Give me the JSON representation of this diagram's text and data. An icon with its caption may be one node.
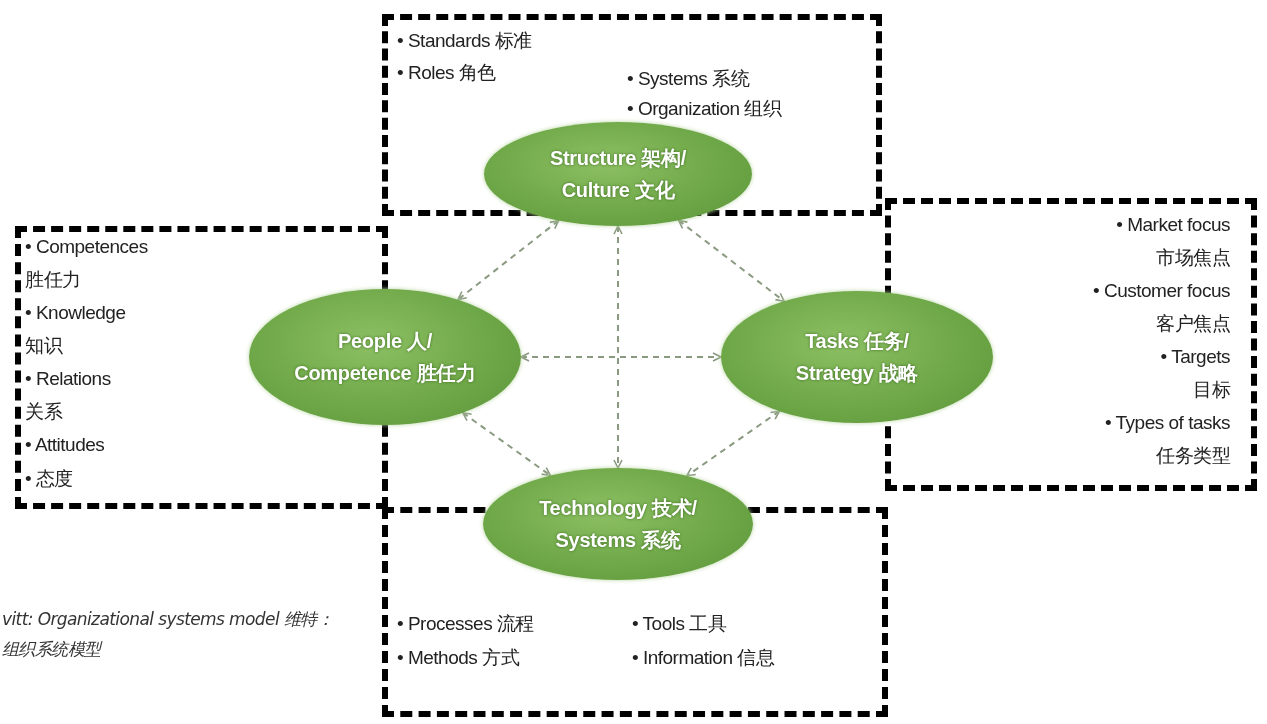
{
  "diagram": {
    "caption": "vitt: Organizational systems model 维特：组织系统模型",
    "nodes": [
      {
        "text": [
          "• Standards 标准",
          "• Roles 角色",
          "• Systems 系统",
          "• Organization 组织"
        ]
      },
      {
        "text": [
          "Structure 架构/ Culture 文化"
        ]
      },
      {
        "text": [
          "• Competences 胜任力",
          "• Knowledge 知识",
          "• Relations 关系",
          "• Attitudes",
          "• 态度"
        ]
      },
      {
        "text": [
          "People 人/ Competence 胜任力"
        ]
      },
      {
        "text": [
          "Tasks 任务/ Strategy 战略"
        ]
      },
      {
        "text": [
          "• Market focus 市场焦点",
          "• Customer focus 客户焦点",
          "• Targets 目标",
          "• Types of tasks 任务类型"
        ]
      },
      {
        "text": [
          "Technology 技术/ Systems 系统"
        ]
      },
      {
        "text": [
          "• Processes 流程",
          "• Methods 方式",
          "• Tools 工具",
          "• Information 信息"
        ]
      }
    ],
    "edges": [
      {
        "from": 1,
        "to": 3,
        "arrow": "both",
        "style": "dashed"
      },
      {
        "from": 1,
        "to": 4,
        "arrow": "both",
        "style": "dashed"
      },
      {
        "from": 3,
        "to": 6,
        "arrow": "both",
        "style": "dashed"
      },
      {
        "from": 4,
        "to": 6,
        "arrow": "both",
        "style": "dashed"
      },
      {
        "from": 3,
        "to": 4,
        "arrow": "both",
        "style": "dashed"
      },
      {
        "from": 1,
        "to": 6,
        "arrow": "both",
        "style": "dashed"
      }
    ]
  }
}
